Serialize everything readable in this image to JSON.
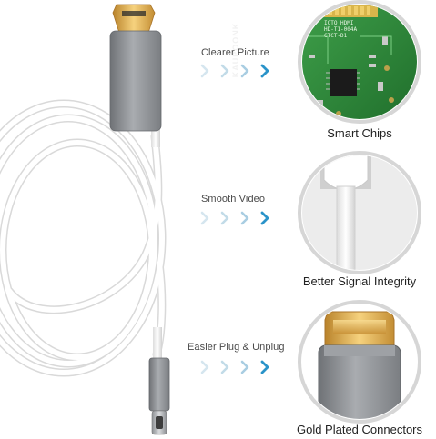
{
  "product": {
    "brand": "KAUPOONK"
  },
  "features": [
    {
      "label": "Clearer Picture"
    },
    {
      "label": "Smooth Video"
    },
    {
      "label": "Easier Plug & Unplug"
    }
  ],
  "callouts": [
    {
      "caption": "Smart Chips",
      "chip_text": "ICTO HDMI\nHD-T1-004A\nCTCT-D1"
    },
    {
      "caption": "Better Signal Integrity"
    },
    {
      "caption": "Gold Plated Connectors"
    }
  ],
  "colors": {
    "arrow_light": "#cfe3ee",
    "arrow_mid": "#8fc0dc",
    "arrow_accent": "#2a93c9",
    "housing_gray": "#8a8d91",
    "cable_white": "#f4f4f4",
    "gold": "#e0a94a",
    "pcb_green": "#2f8a3a"
  }
}
